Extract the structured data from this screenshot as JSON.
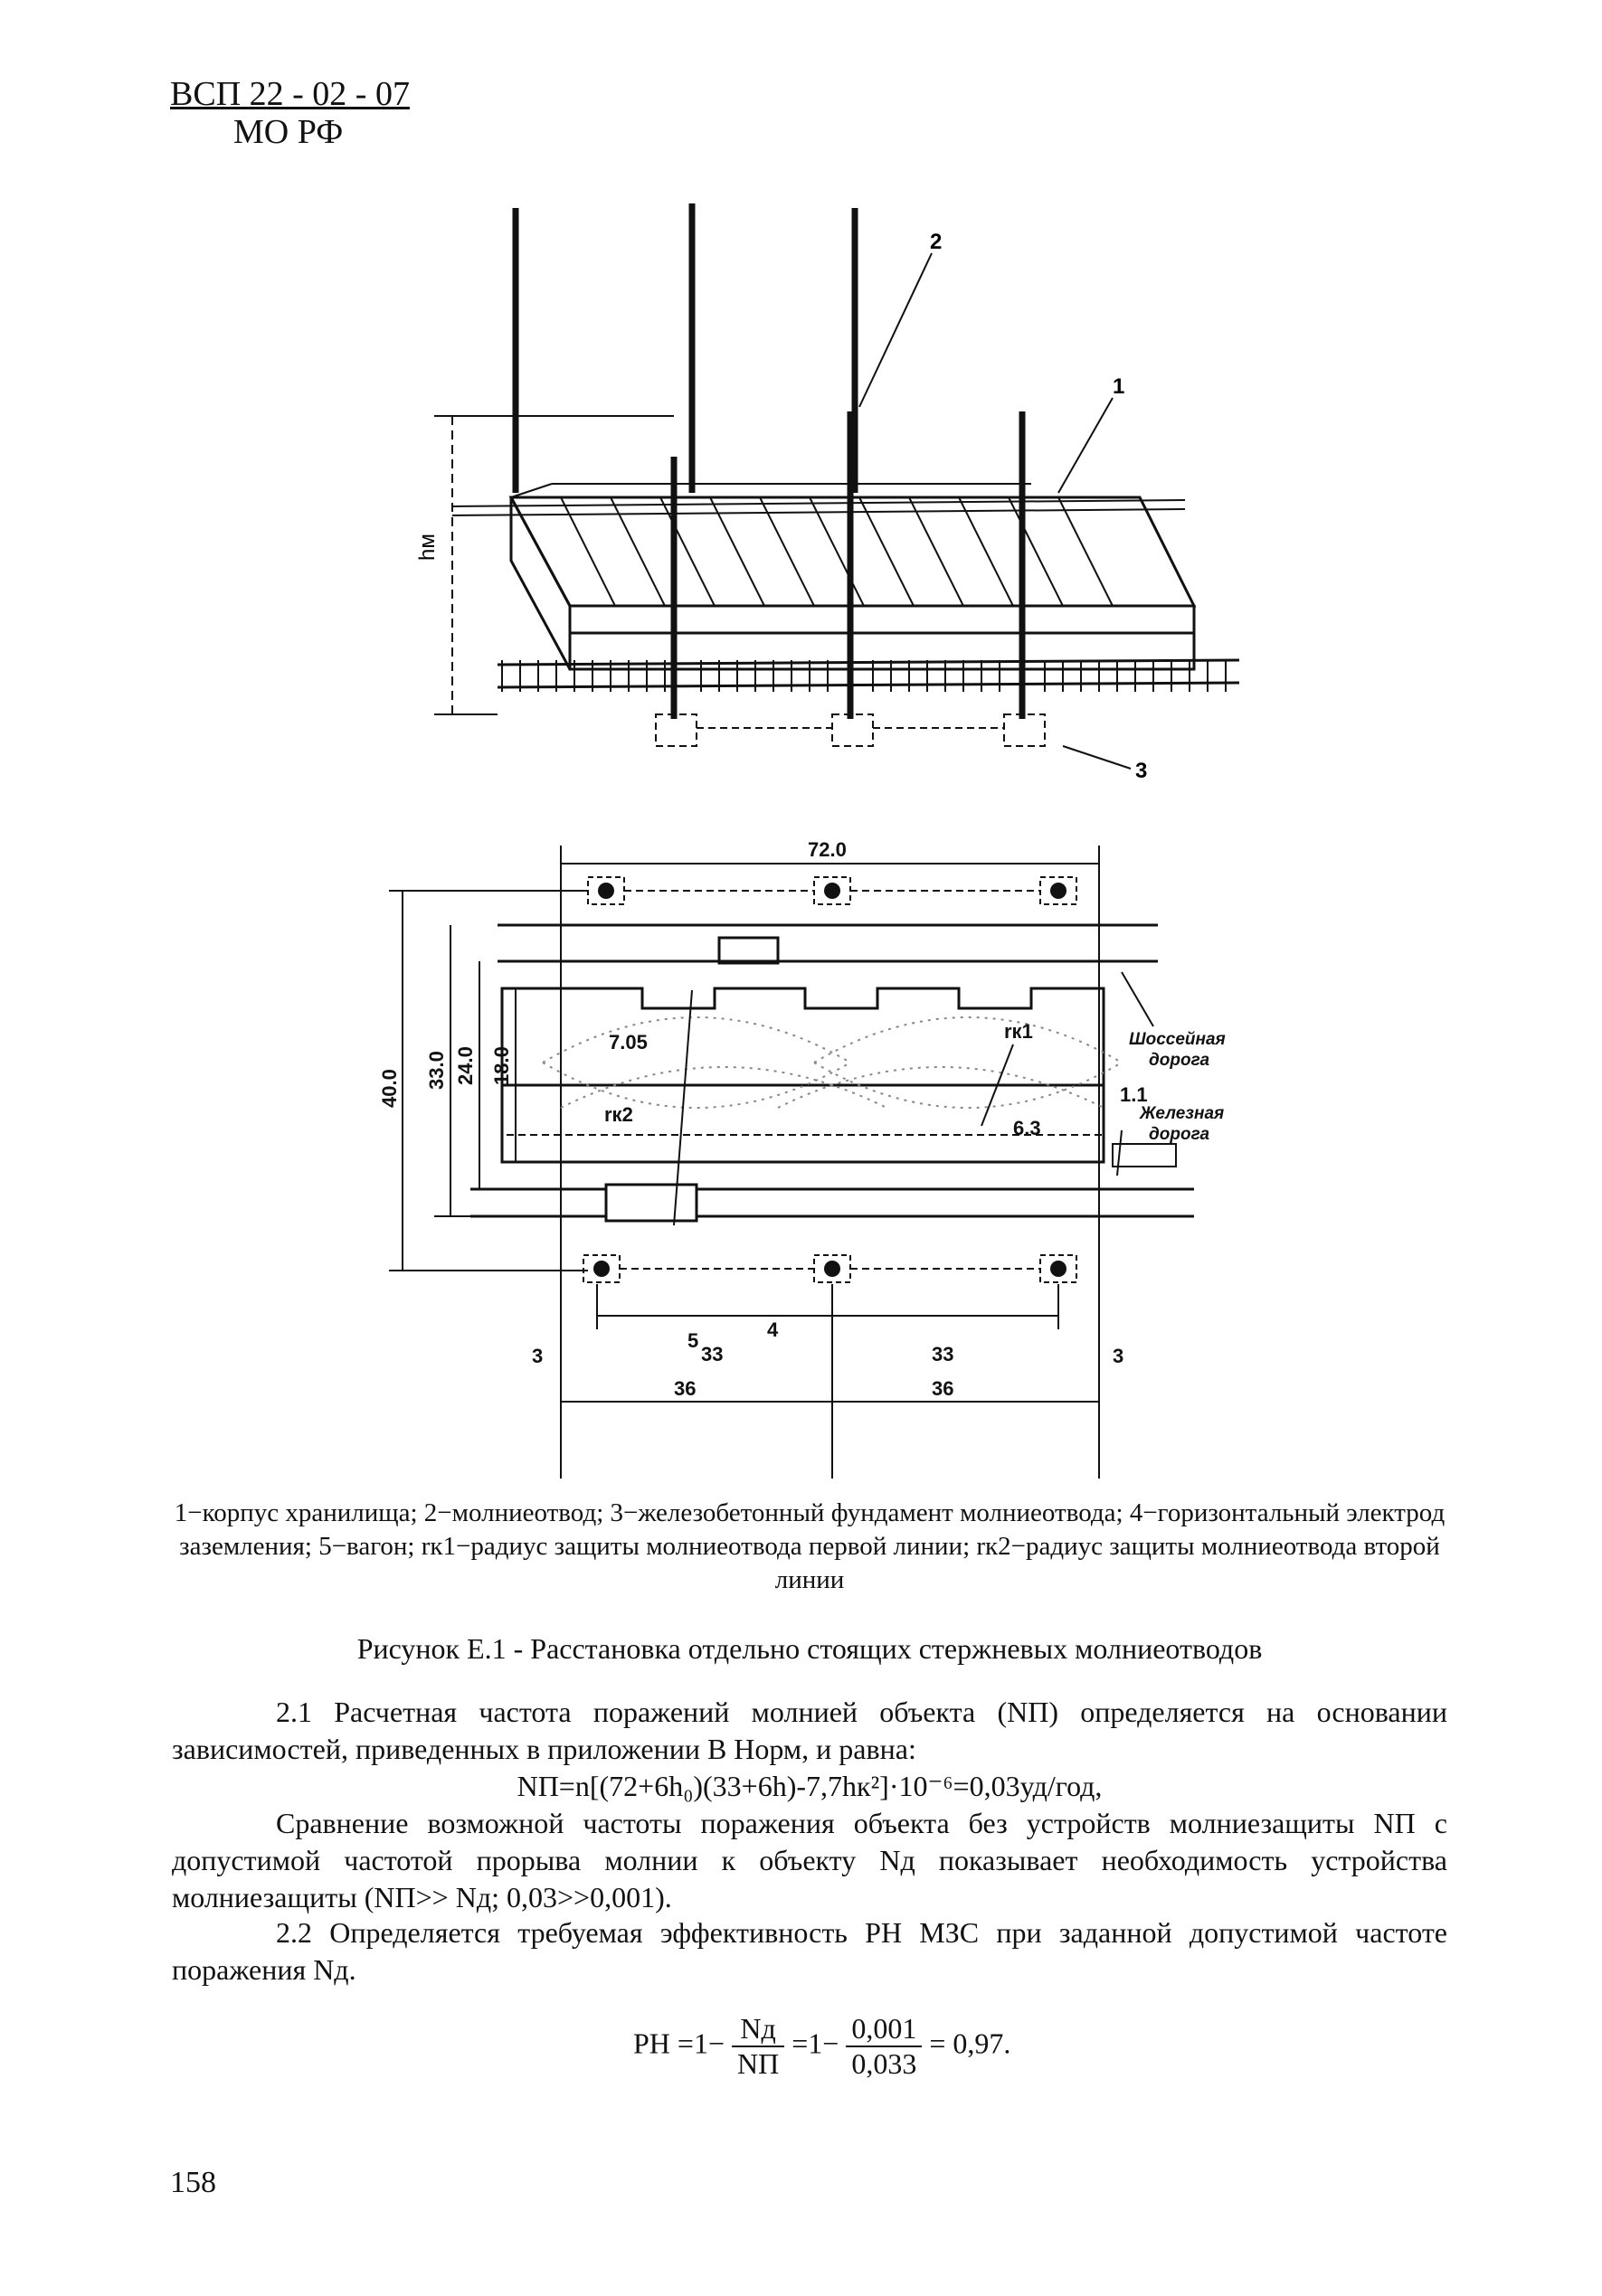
{
  "header": {
    "code": "ВСП 22 - 02 - 07",
    "org": "МО РФ"
  },
  "figure": {
    "side_labels": {
      "h": "hм",
      "callout_1": "1",
      "callout_2": "2",
      "callout_3": "3"
    },
    "plan_labels": {
      "width_top": "72.0",
      "dim_40": "40.0",
      "dim_33": "33.0",
      "dim_24": "24.0",
      "dim_18": "18.0",
      "r705": "7.05",
      "rk1": "rк1",
      "rk2": "rк2",
      "d63": "6.3",
      "d11": "1.1",
      "road": "Шоссейная\nдорога",
      "rail": "Железная\nдорога",
      "sec3": "3",
      "n4": "4",
      "n5": "5",
      "d33a": "33",
      "d33b": "33",
      "d36a": "36",
      "d36b": "36"
    }
  },
  "caption": "1−корпус хранилища; 2−молниеотвод; 3−железобетонный фундамент молниеотвода; 4−горизонтальный электрод заземления; 5−вагон; rк1−радиус защиты молниеотвода первой линии; rк2−радиус защиты молниеотвода второй линии",
  "figure_title": "Рисунок Е.1 - Расстановка отдельно стоящих стержневых молниеотводов",
  "p1": "2.1 Расчетная частота поражений молнией объекта (NП) определяется на основании зависимостей, приведенных в приложении В Норм, и равна:",
  "formula1": "NП=n[(72+6h₀)(33+6h)-7,7hк²]·10⁻⁶=0,03уд/год,",
  "p2": "Сравнение возможной частоты поражения объекта без устройств молниезащиты NП с допустимой частотой прорыва молнии к объекту Nд показывает необходимость устройства молниезащиты (NП>> Nд; 0,03>>0,001).",
  "p3": "2.2 Определяется требуемая эффективность PН МЗС при заданной допустимой частоте поражения Nд.",
  "formula2": {
    "lhs": "PН =1−",
    "num1": "Nд",
    "den1": "NП",
    "mid": "=1−",
    "num2": "0,001",
    "den2": "0,033",
    "rhs": "= 0,97."
  },
  "page_number": "158"
}
